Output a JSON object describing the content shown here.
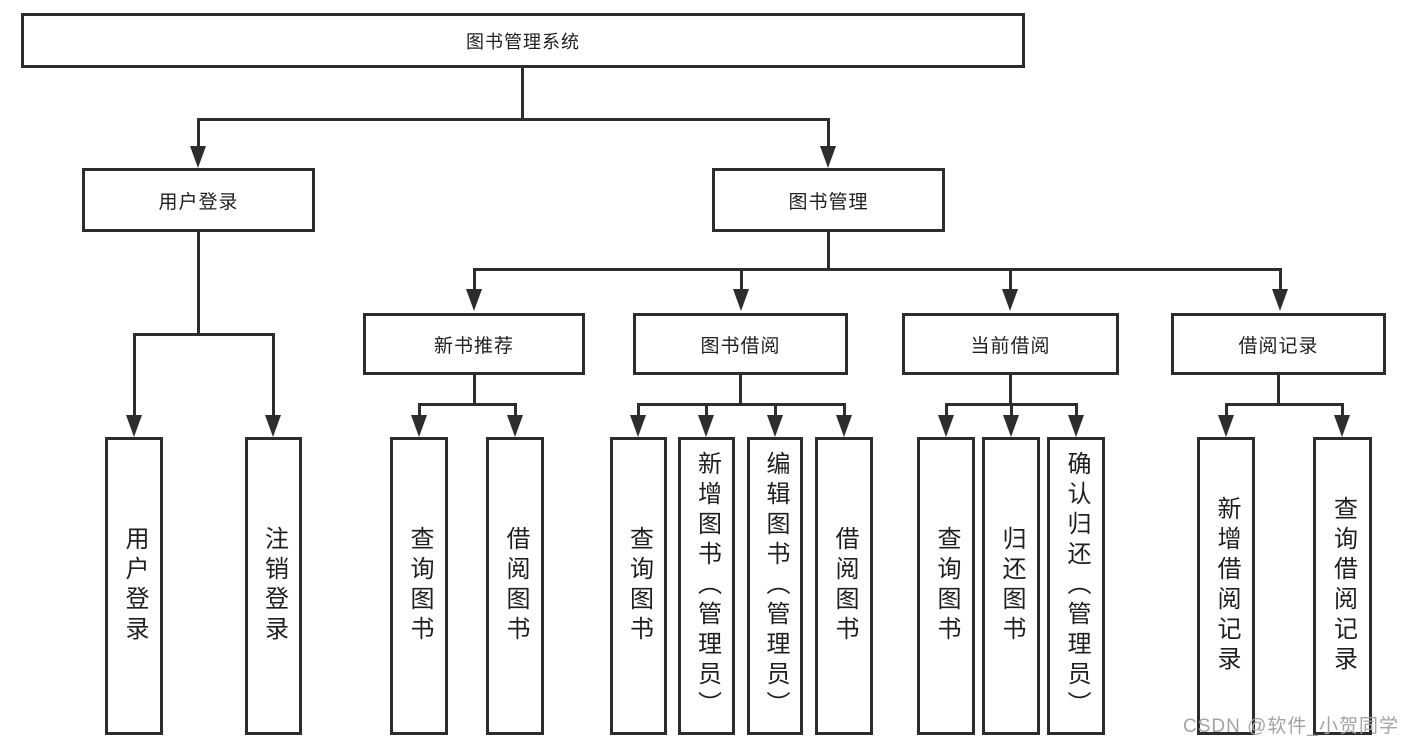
{
  "diagram": {
    "root": {
      "label": "图书管理系统"
    },
    "level2": {
      "user_login": {
        "label": "用户登录"
      },
      "book_management": {
        "label": "图书管理"
      }
    },
    "level3": {
      "new_book_recommend": {
        "label": "新书推荐"
      },
      "book_borrow": {
        "label": "图书借阅"
      },
      "current_borrow": {
        "label": "当前借阅"
      },
      "borrow_records": {
        "label": "借阅记录"
      }
    },
    "leaves": {
      "user_login": [
        "用户登录",
        "注销登录"
      ],
      "new_book_recommend": [
        "查询图书",
        "借阅图书"
      ],
      "book_borrow": [
        "查询图书",
        "新增图书（管理员）",
        "编辑图书（管理员）",
        "借阅图书"
      ],
      "current_borrow": [
        "查询图书",
        "归还图书",
        "确认归还（管理员）"
      ],
      "borrow_records": [
        "新增借阅记录",
        "查询借阅记录"
      ]
    }
  },
  "watermark": "CSDN @软件_小贺同学",
  "colors": {
    "line": "#2d2d2d",
    "text": "#1f1f1f",
    "watermark": "#a3a3a3",
    "background": "#ffffff"
  }
}
